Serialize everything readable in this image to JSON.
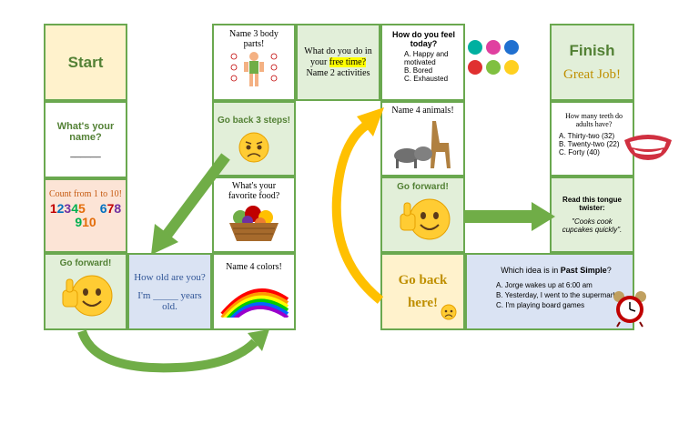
{
  "cells": {
    "start": {
      "label": "Start"
    },
    "name": {
      "line1": "What's your",
      "line2": "name?",
      "blank": "______"
    },
    "count": {
      "text": "Count from 1 to 10!",
      "digits": [
        "1",
        "2",
        "3",
        "4",
        "5",
        "6",
        "7",
        "8",
        "9",
        "10"
      ]
    },
    "forward1": {
      "text": "Go forward!"
    },
    "old": {
      "q": "How old are you?",
      "a": "I'm _____ years old."
    },
    "colors": {
      "text": "Name 4 colors!"
    },
    "food": {
      "text": "What's your favorite food?"
    },
    "back3": {
      "text": "Go back 3 steps!"
    },
    "body": {
      "text": "Name 3 body parts!"
    },
    "free": {
      "pre": "What do you do in your ",
      "hl": "free time?",
      "post": " Name 2 activities"
    },
    "feel": {
      "q": "How do you feel today?",
      "options": [
        "A.  Happy and motivated",
        "B.  Bored",
        "C.  Exhausted"
      ]
    },
    "animals": {
      "text": "Name 4 animals!"
    },
    "forward2": {
      "text": "Go forward!"
    },
    "backhere": {
      "line1": "Go back",
      "line2": "here!"
    },
    "past": {
      "q_pre": "Which idea is in ",
      "q_bold": "Past Simple",
      "q_post": "?",
      "options": [
        "A.  Jorge wakes up at 6:00 am",
        "B.  Yesterday, I went to the supermarket",
        "C.  I'm playing board games"
      ]
    },
    "twister": {
      "title": "Read this tongue twister:",
      "quote": "\"Cooks cook cupcakes quickly\"."
    },
    "teeth": {
      "q": "How many teeth do adults have?",
      "options": [
        "A.  Thirty-two (32)",
        "B.  Twenty-two (22)",
        "C.  Forty (40)"
      ]
    },
    "finish": {
      "label": "Finish",
      "sub": "Great Job!"
    }
  },
  "colors": {
    "border": "#6aa84f",
    "green_text": "#538135",
    "arrow_green": "#70ad47",
    "arrow_yellow": "#ffc000"
  }
}
